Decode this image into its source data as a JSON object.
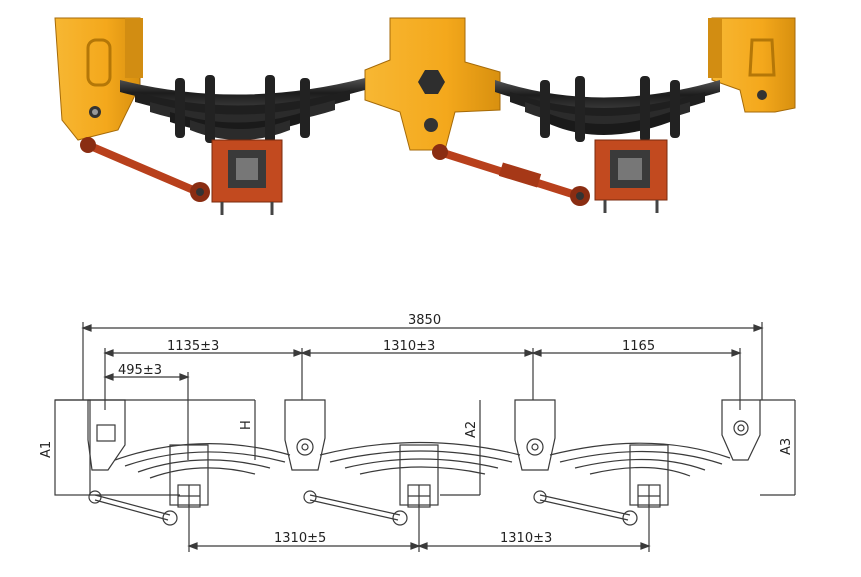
{
  "colors": {
    "bracket": "#f4a81c",
    "bracket_shadow": "#c47f0b",
    "spring": "#262626",
    "spring_hi": "#5a5a5a",
    "axle_seat": "#c24a1f",
    "rod": "#b8401c",
    "drawing_line": "#3a3a3a",
    "background": "#ffffff"
  },
  "photo": {
    "icons": [
      "suspension-bracket-icon",
      "leaf-spring-icon",
      "equalizer-icon",
      "torque-rod-icon"
    ]
  },
  "drawing": {
    "overall_length": "3850",
    "dim_front_to_first": "1135±3",
    "dim_first_to_second": "1310±3",
    "dim_second_to_rear": "1165",
    "dim_small": "495±3",
    "dim_axle_1_2": "1310±5",
    "dim_axle_2_3": "1310±3",
    "label_a1": "A1",
    "label_h": "H",
    "label_a2": "A2",
    "label_a3": "A3"
  }
}
